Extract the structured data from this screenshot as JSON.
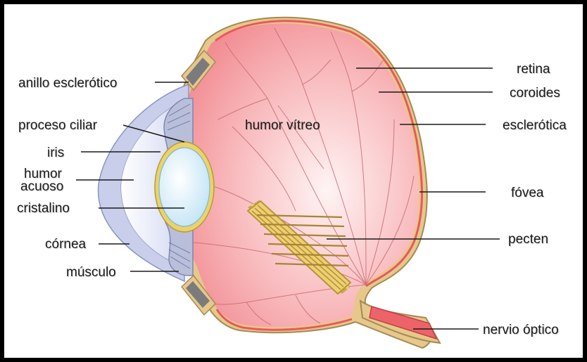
{
  "labels": {
    "anillo": "anillo esclerótico",
    "proceso": "proceso ciliar",
    "iris": "iris",
    "humor_acuoso_1": "humor",
    "humor_acuoso_2": "acuoso",
    "cristalino": "cristalino",
    "cornea": "córnea",
    "musculo": "músculo",
    "humor_vitreo": "humor vítreo",
    "retina": "retina",
    "coroides": "coroides",
    "esclerotica": "esclerótica",
    "fovea": "fóvea",
    "pecten": "pecten",
    "nervio": "nervio óptico"
  },
  "colors": {
    "vitreous": "#f07f86",
    "vitreous_light": "#fde4e4",
    "sclera": "#e8c98a",
    "retina_line": "#e9585e",
    "lens": "#d9eef8",
    "lens_ring": "#e9d36a",
    "cornea_fill": "#d6ddf2",
    "pecten_fill": "#eed073",
    "ring_gray": "#7b7b7b"
  }
}
